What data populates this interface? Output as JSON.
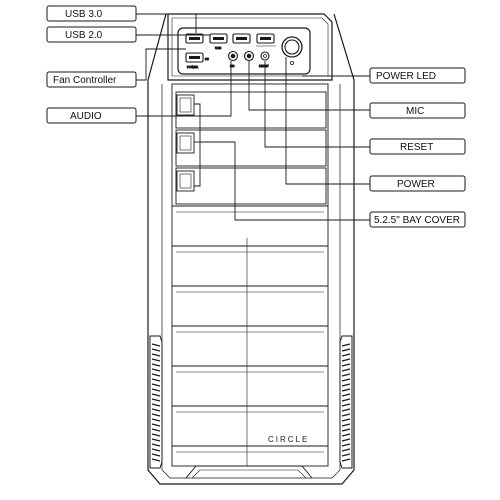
{
  "callouts_left": [
    {
      "id": "usb30",
      "label": "USB 3.0"
    },
    {
      "id": "usb20",
      "label": "USB 2.0"
    },
    {
      "id": "fan",
      "label": "Fan Controller"
    },
    {
      "id": "audio",
      "label": "AUDIO"
    }
  ],
  "callouts_right": [
    {
      "id": "powerled",
      "label": "POWER LED"
    },
    {
      "id": "mic",
      "label": "MIC"
    },
    {
      "id": "reset",
      "label": "RESET"
    },
    {
      "id": "power",
      "label": "POWER"
    },
    {
      "id": "bay",
      "label": "5.2.5\" BAY COVER"
    }
  ],
  "case": {
    "brand": "CIRCLE"
  },
  "ports": {
    "usb3_tag": "SS",
    "usb2_tag": "USB",
    "fan_tag": "POWER",
    "reset_tag": "RESET",
    "audio_tag": "HD"
  }
}
